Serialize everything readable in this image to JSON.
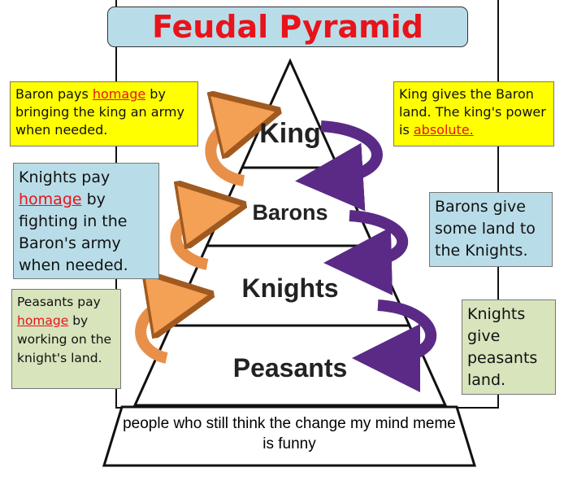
{
  "title": "Feudal Pyramid",
  "levels": {
    "king": "King",
    "barons": "Barons",
    "knights": "Knights",
    "peasants": "Peasants"
  },
  "boxes": {
    "baron_homage": {
      "pre": "Baron pays ",
      "hl": "homage",
      "post": " by bringing the king an army when needed."
    },
    "king_gives": {
      "pre": "King gives the Baron land. The king's power is ",
      "hl": "absolute."
    },
    "knights_homage": {
      "pre": "Knights pay ",
      "hl": "homage",
      "post": " by fighting in the Baron's army when needed."
    },
    "barons_give": {
      "text": "Barons give some land to the Knights."
    },
    "peasants_homage": {
      "pre": "Peasants pay ",
      "hl": "homage",
      "post": " by working on the knight's land."
    },
    "knights_give": {
      "text": "Knights give peasants land."
    }
  },
  "caption": "people who still think the change my mind meme is funny",
  "colors": {
    "orange": "#f4a055",
    "purple": "#5b2a86",
    "title_red": "#e8131b"
  }
}
